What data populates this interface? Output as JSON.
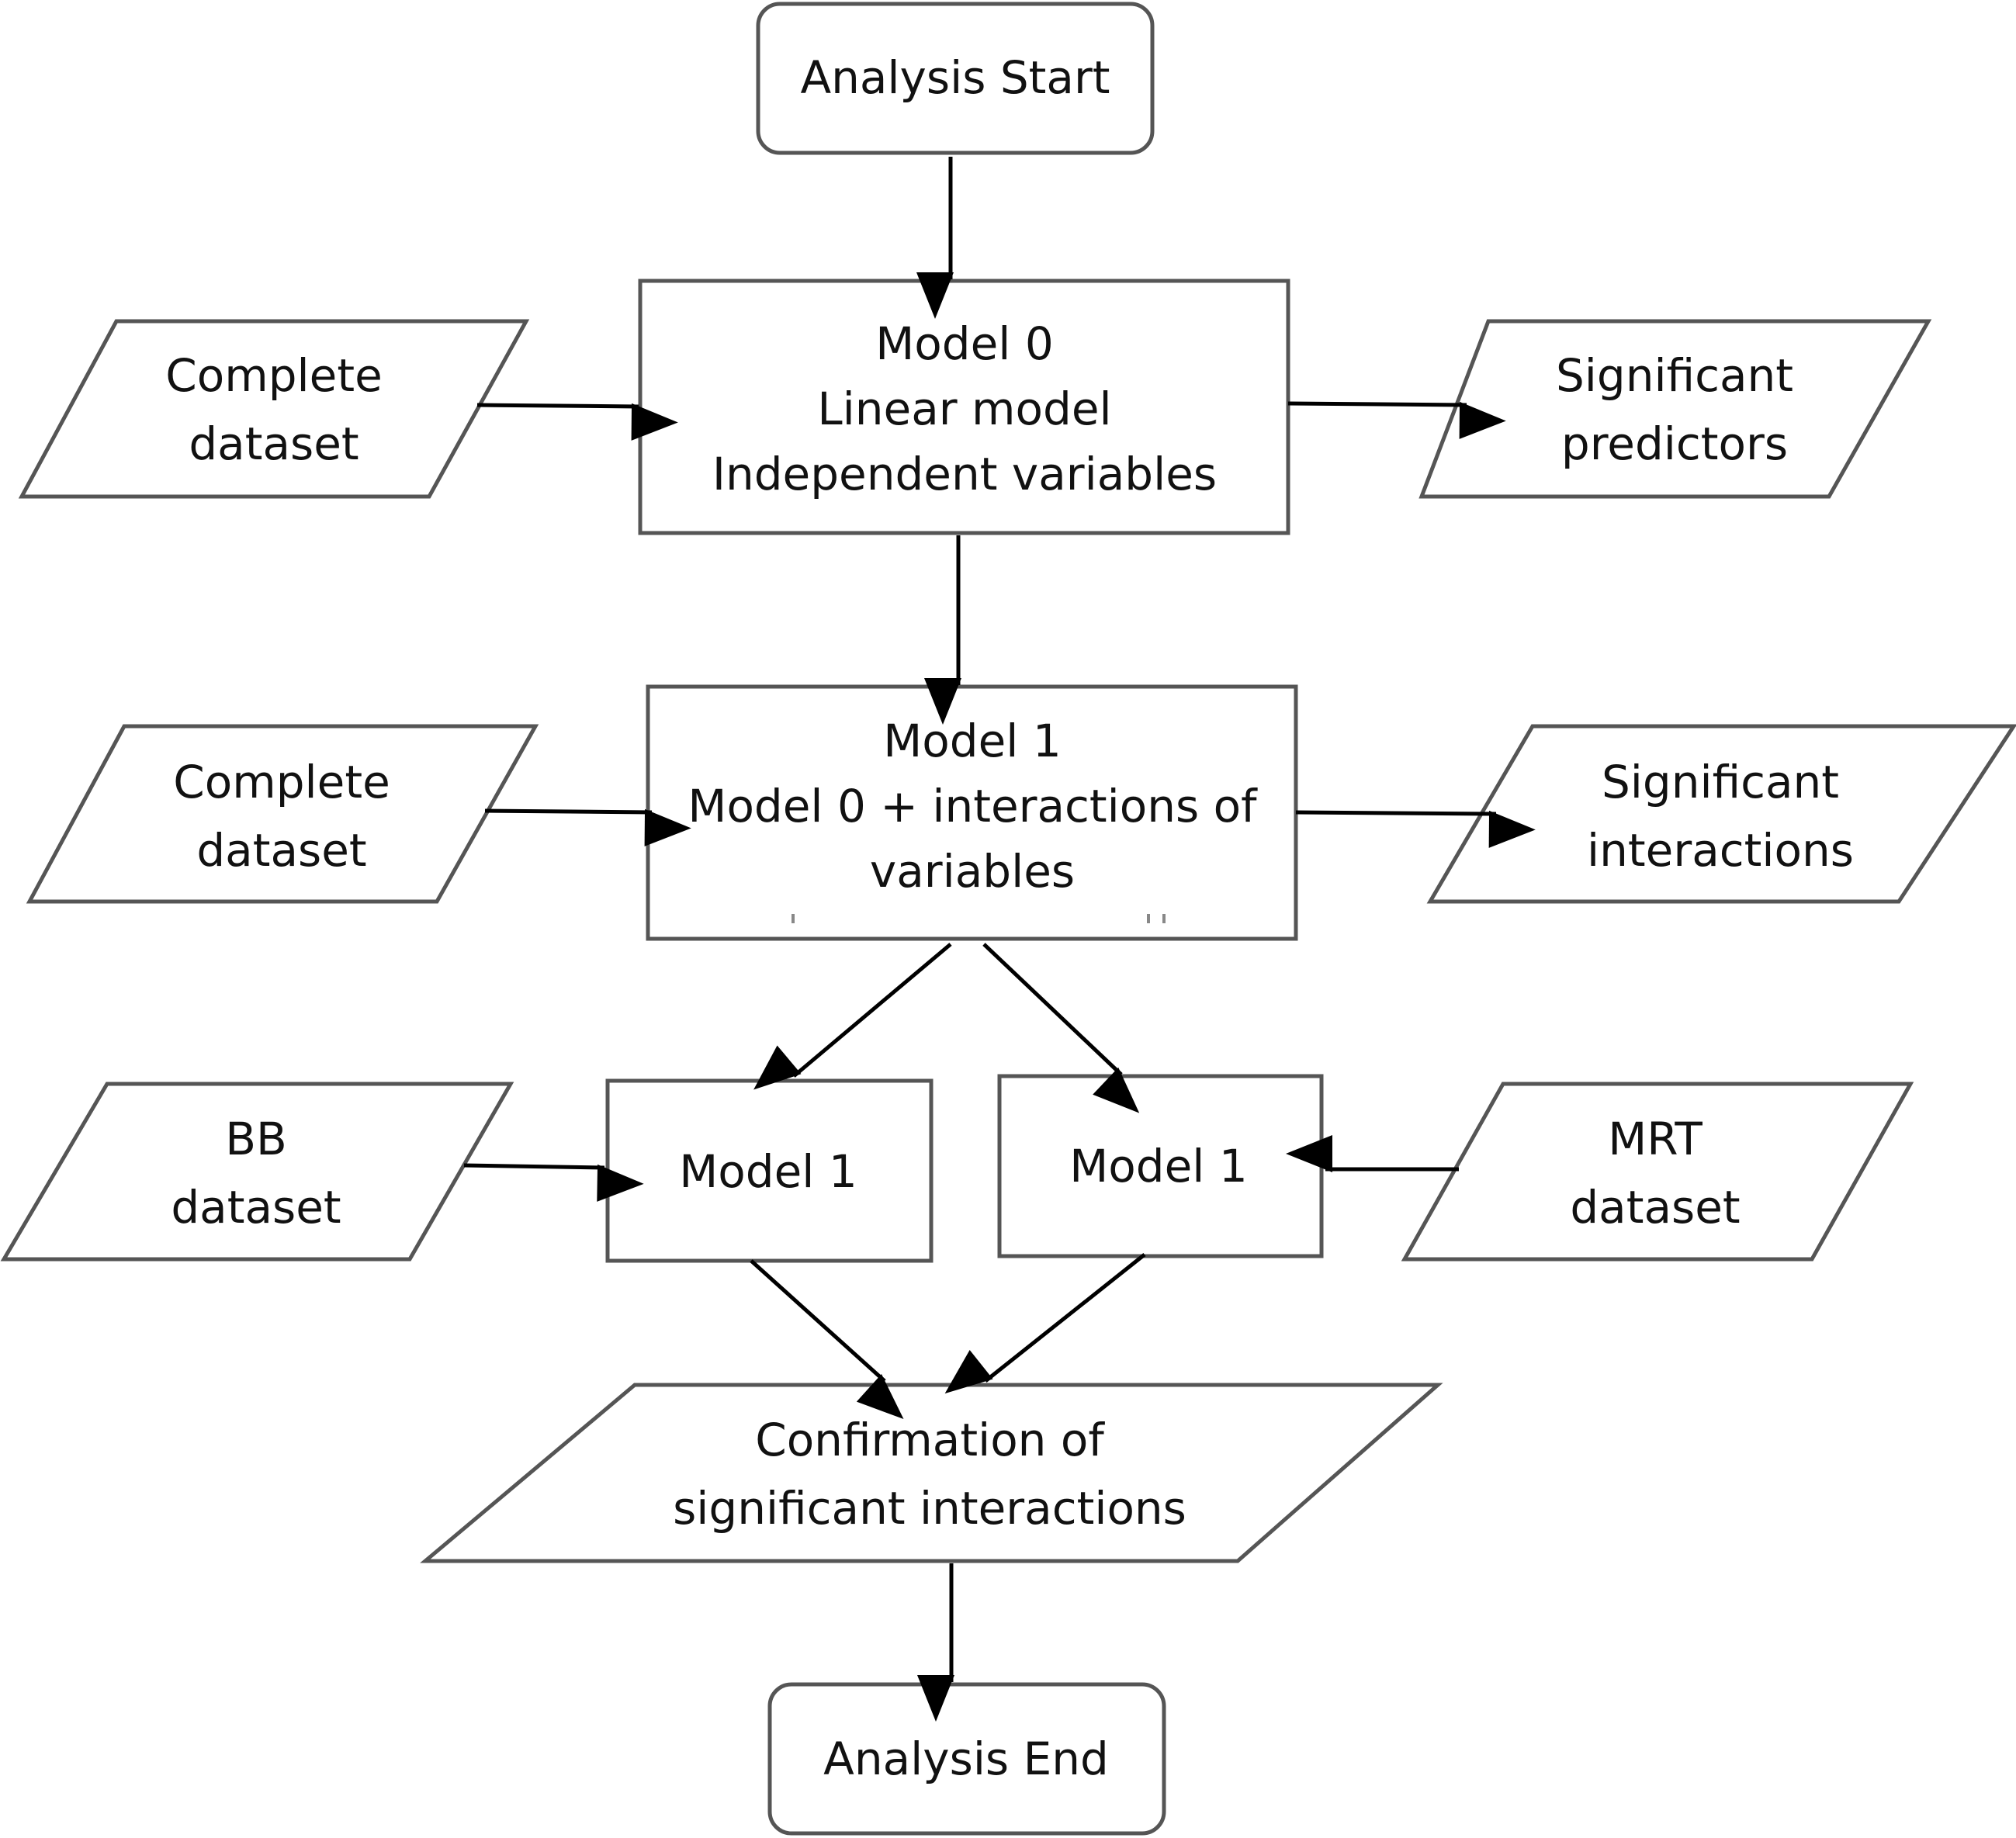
{
  "nodes": {
    "start": {
      "lines": [
        "Analysis Start"
      ]
    },
    "model0": {
      "lines": [
        "Model 0",
        "Linear model",
        "Independent variables"
      ]
    },
    "data_complete_1": {
      "lines": [
        "Complete",
        "dataset"
      ]
    },
    "out_predictors": {
      "lines": [
        "Significant",
        "predictors"
      ]
    },
    "model1": {
      "lines": [
        "Model 1",
        "Model 0 + interactions of",
        "variables"
      ]
    },
    "data_complete_2": {
      "lines": [
        "Complete",
        "dataset"
      ]
    },
    "out_interactions": {
      "lines": [
        "Significant",
        "interactions"
      ]
    },
    "model1_bb": {
      "lines": [
        "Model 1"
      ]
    },
    "model1_mrt": {
      "lines": [
        "Model 1"
      ]
    },
    "data_bb": {
      "lines": [
        "BB",
        "dataset"
      ]
    },
    "data_mrt": {
      "lines": [
        "MRT",
        "dataset"
      ]
    },
    "confirmation": {
      "lines": [
        "Confirmation of",
        "significant interactions"
      ]
    },
    "end": {
      "lines": [
        "Analysis End"
      ]
    }
  },
  "colors": {
    "stroke": "#555555",
    "arrow": "#000000",
    "text": "#111111",
    "background": "#ffffff"
  }
}
